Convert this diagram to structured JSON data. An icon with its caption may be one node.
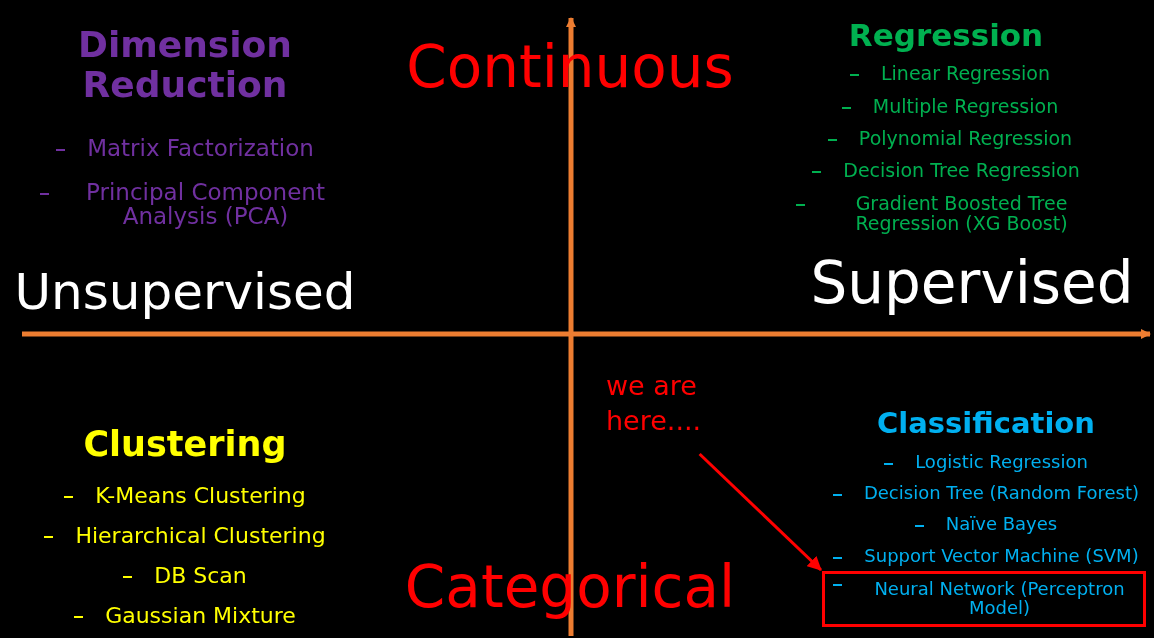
{
  "diagram": {
    "nodes": [
      {
        "text": [
          "we are here...."
        ]
      },
      {
        "text": [
          "Neural Network (Perceptron Model)"
        ]
      }
    ],
    "edges": [
      {
        "from": 0,
        "to": 1,
        "arrow": "to"
      }
    ],
    "labels": [
      "Dimension Reduction",
      "Matrix Factorization",
      "Principal Component Analysis (PCA)",
      "Continuous",
      "Regression",
      "Linear Regression",
      "Multiple Regression",
      "Polynomial Regression",
      "Decision Tree Regression",
      "Gradient Boosted Tree Regression (XG Boost)",
      "Unsupervised",
      "Supervised",
      "Clustering",
      "K-Means Clustering",
      "Hierarchical Clustering",
      "DB Scan",
      "Gaussian Mixture",
      "Classification",
      "Logistic Regression",
      "Decision Tree (Random Forest)",
      "Naïve Bayes",
      "Support Vector Machine (SVM)",
      "Categorical"
    ]
  }
}
